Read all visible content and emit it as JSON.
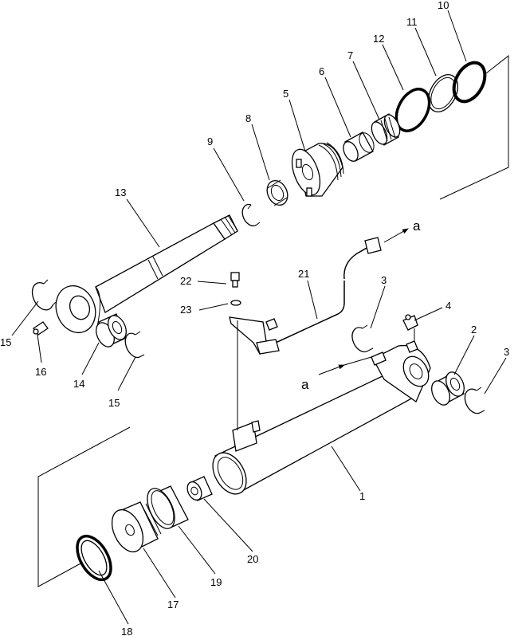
{
  "diagram": {
    "callouts": {
      "c1": "1",
      "c2": "2",
      "c3a": "3",
      "c3b": "3",
      "c4": "4",
      "c5": "5",
      "c6": "6",
      "c7": "7",
      "c8": "8",
      "c9": "9",
      "c10": "10",
      "c11": "11",
      "c12": "12",
      "c13": "13",
      "c14": "14",
      "c15a": "15",
      "c15b": "15",
      "c16": "16",
      "c17": "17",
      "c18": "18",
      "c19": "19",
      "c20": "20",
      "c21": "21",
      "c22": "22",
      "c23": "23"
    },
    "flow_labels": {
      "a_top": "a",
      "a_mid": "a"
    }
  }
}
